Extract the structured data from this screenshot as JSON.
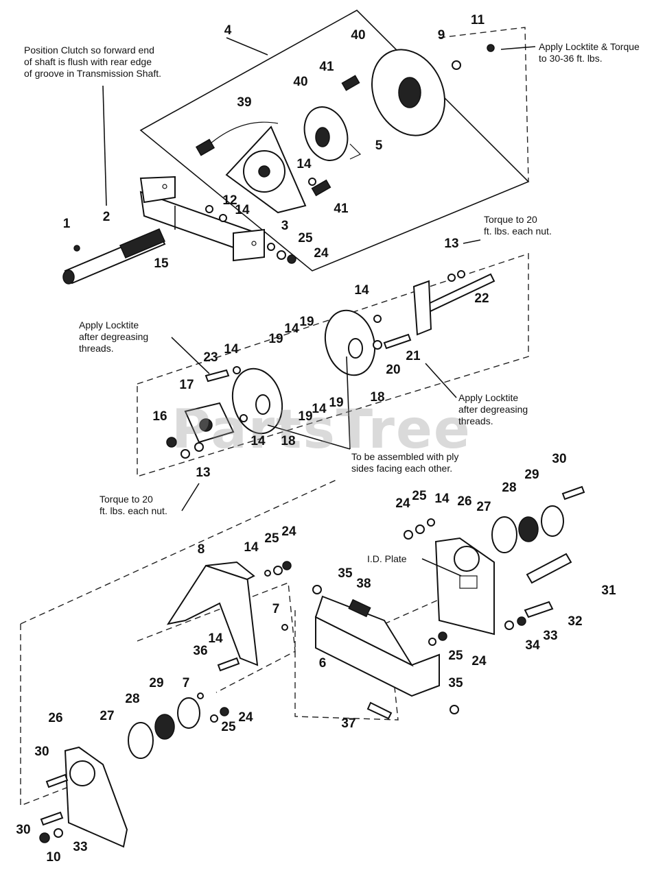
{
  "watermark": "PartsTree",
  "notes": {
    "clutch_position": "Position Clutch so forward end\nof shaft  is flush with rear edge\nof groove in Transmission Shaft.",
    "locktite_torque_30": "Apply Locktite & Torque\nto 30-36 ft. lbs.",
    "torque_20_top": "Torque to 20\nft. lbs. each nut.",
    "locktite_left": "Apply Locktite\nafter degreasing\nthreads.",
    "locktite_right": "Apply Locktite\nafter degreasing\nthreads.",
    "ply_sides": "To be assembled with ply\nsides facing each other.",
    "torque_20_bottom": "Torque to 20\nft. lbs. each nut.",
    "id_plate": "I.D. Plate"
  },
  "callouts": [
    "4",
    "40",
    "9",
    "11",
    "41",
    "40",
    "39",
    "5",
    "14",
    "41",
    "1",
    "2",
    "12",
    "14",
    "15",
    "3",
    "25",
    "24",
    "13",
    "14",
    "22",
    "23",
    "14",
    "19",
    "14",
    "19",
    "21",
    "20",
    "17",
    "16",
    "18",
    "19",
    "14",
    "19",
    "18",
    "14",
    "13",
    "30",
    "29",
    "28",
    "24",
    "25",
    "14",
    "26",
    "27",
    "8",
    "14",
    "25",
    "24",
    "35",
    "38",
    "31",
    "7",
    "32",
    "33",
    "34",
    "36",
    "14",
    "6",
    "25",
    "24",
    "29",
    "7",
    "35",
    "28",
    "27",
    "26",
    "24",
    "25",
    "37",
    "30",
    "30",
    "10",
    "33"
  ]
}
